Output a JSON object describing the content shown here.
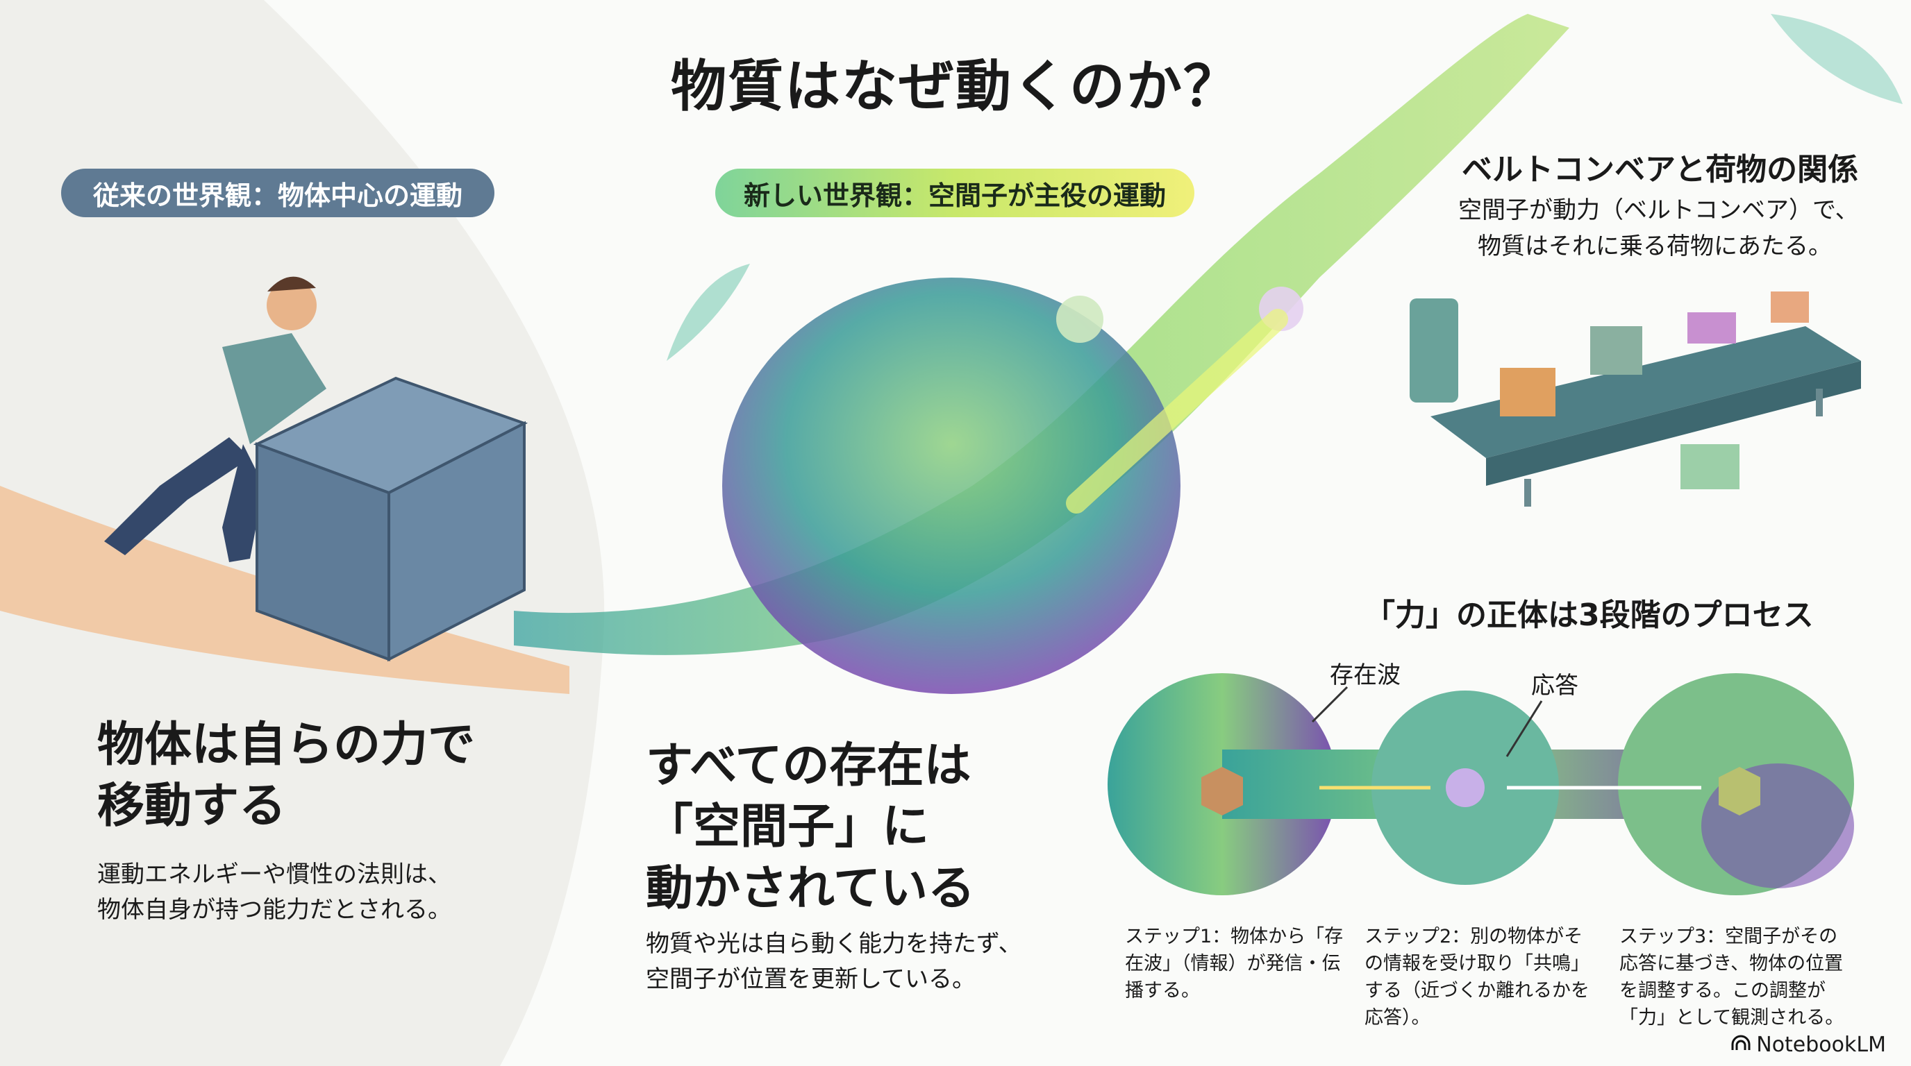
{
  "title": "物質はなぜ動くのか？",
  "left": {
    "pill": "従来の世界観：物体中心の運動",
    "heading": "物体は自らの力で\n移動する",
    "description": "運動エネルギーや慣性の法則は、\n物体自身が持つ能力だとされる。"
  },
  "center": {
    "pill": "新しい世界観：空間子が主役の運動",
    "heading": "すべての存在は\n「空間子」に\n動かされている",
    "description": "物質や光は自ら動く能力を持たず、\n空間子が位置を更新している。"
  },
  "conveyor": {
    "heading": "ベルトコンベアと荷物の関係",
    "line1": "空間子が動力（ベルトコンベア）で、",
    "line2": "物質はそれに乗る荷物にあたる。"
  },
  "process": {
    "heading": "「力」の正体は3段階のプロセス",
    "label_wave": "存在波",
    "label_response": "応答",
    "steps": [
      "ステップ1：物体から「存在波」（情報）が発信・伝播する。",
      "ステップ2：別の物体がその情報を受け取り「共鳴」する（近づくか離れるかを応答）。",
      "ステップ3：空間子がその応答に基づき、物体の位置を調整する。この調整が「力」として観測される。"
    ]
  },
  "brand": "NotebookLM",
  "colors": {
    "old_pill": "#5f7a93",
    "new_pill_start": "#7fd49a",
    "new_pill_end": "#f0f07a",
    "teal": "#3fa49a",
    "purple": "#7b4bb0"
  }
}
